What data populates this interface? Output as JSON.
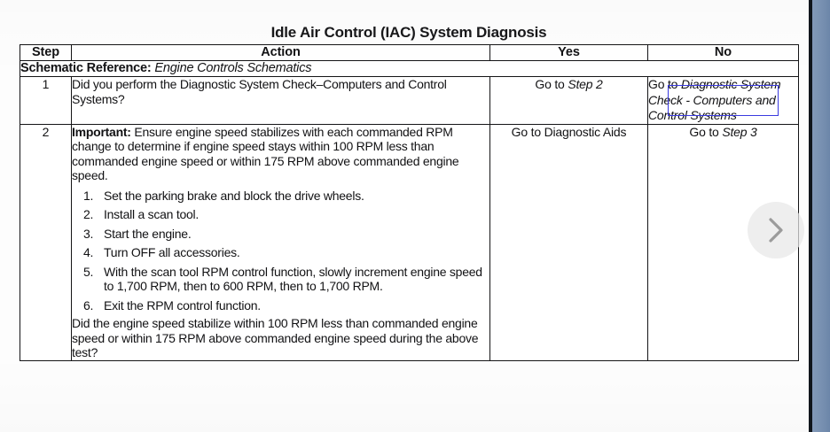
{
  "document": {
    "title": "Idle Air Control (IAC) System Diagnosis"
  },
  "table": {
    "headers": {
      "step": "Step",
      "action": "Action",
      "yes": "Yes",
      "no": "No"
    },
    "schematic_reference": {
      "label": "Schematic Reference:",
      "value": "Engine Controls Schematics"
    },
    "rows": [
      {
        "step": "1",
        "action": "Did you perform the Diagnostic System Check–Computers and Control Systems?",
        "yes": "Go to ",
        "yes_italic": "Step 2",
        "no_lines": [
          "Go to ",
          "Diagnostic System Check - Computers and Control Systems"
        ]
      },
      {
        "step": "2",
        "important_label": "Important:",
        "important_text": " Ensure engine speed stabilizes with each commanded RPM change to determine if engine speed stays within 100 RPM less than commanded engine speed or within 175 RPM above commanded engine speed.",
        "list": [
          "Set the parking brake and block the drive wheels.",
          "Install a scan tool.",
          "Start the engine.",
          "Turn OFF all accessories.",
          "With the scan tool RPM control function, slowly increment engine speed to 1,700 RPM, then to 600 RPM, then to 1,700 RPM.",
          "Exit the RPM control function."
        ],
        "question": "Did the engine speed stabilize within 100 RPM less than commanded engine speed or within 175 RPM above commanded engine speed during the above test?",
        "yes": "Go to Diagnostic Aids",
        "no": "Go to ",
        "no_italic": "Step 3"
      }
    ]
  },
  "selection": {
    "highlight_color": "#3a3ae0",
    "highlighted_text": "Go to Diagnostic System Check -"
  },
  "viewer": {
    "next_button_icon": "chevron-right-icon",
    "next_button_color": "#9a9a9a",
    "gutter_color": "#7890b2"
  }
}
